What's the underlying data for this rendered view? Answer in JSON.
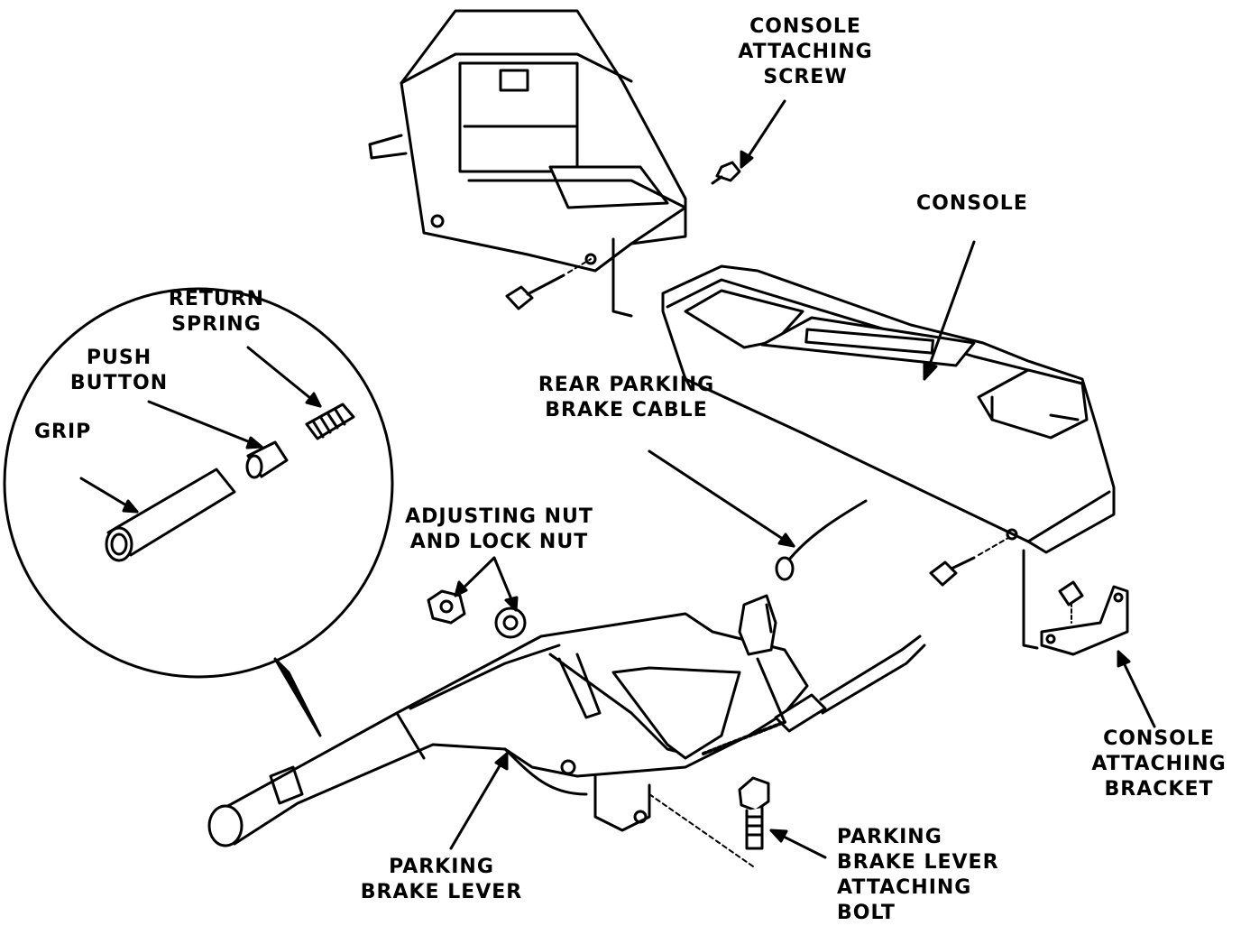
{
  "labels": {
    "console_attaching_screw": [
      "CONSOLE",
      "ATTACHING",
      "SCREW"
    ],
    "console": [
      "CONSOLE"
    ],
    "return_spring": [
      "RETURN",
      "SPRING"
    ],
    "push_button": [
      "PUSH",
      "BUTTON"
    ],
    "grip": [
      "GRIP"
    ],
    "rear_parking_brake_cable": [
      "REAR PARKING",
      "BRAKE CABLE"
    ],
    "adjusting_nut": [
      "ADJUSTING NUT",
      "AND LOCK NUT"
    ],
    "console_attaching_bracket": [
      "CONSOLE",
      "ATTACHING",
      "BRACKET"
    ],
    "parking_brake_lever": [
      "PARKING",
      "BRAKE LEVER"
    ],
    "parking_brake_lever_bolt": [
      "PARKING",
      "BRAKE LEVER",
      "ATTACHING",
      "BOLT"
    ]
  },
  "colors": {
    "ink": "#000000",
    "paper": "#ffffff"
  }
}
